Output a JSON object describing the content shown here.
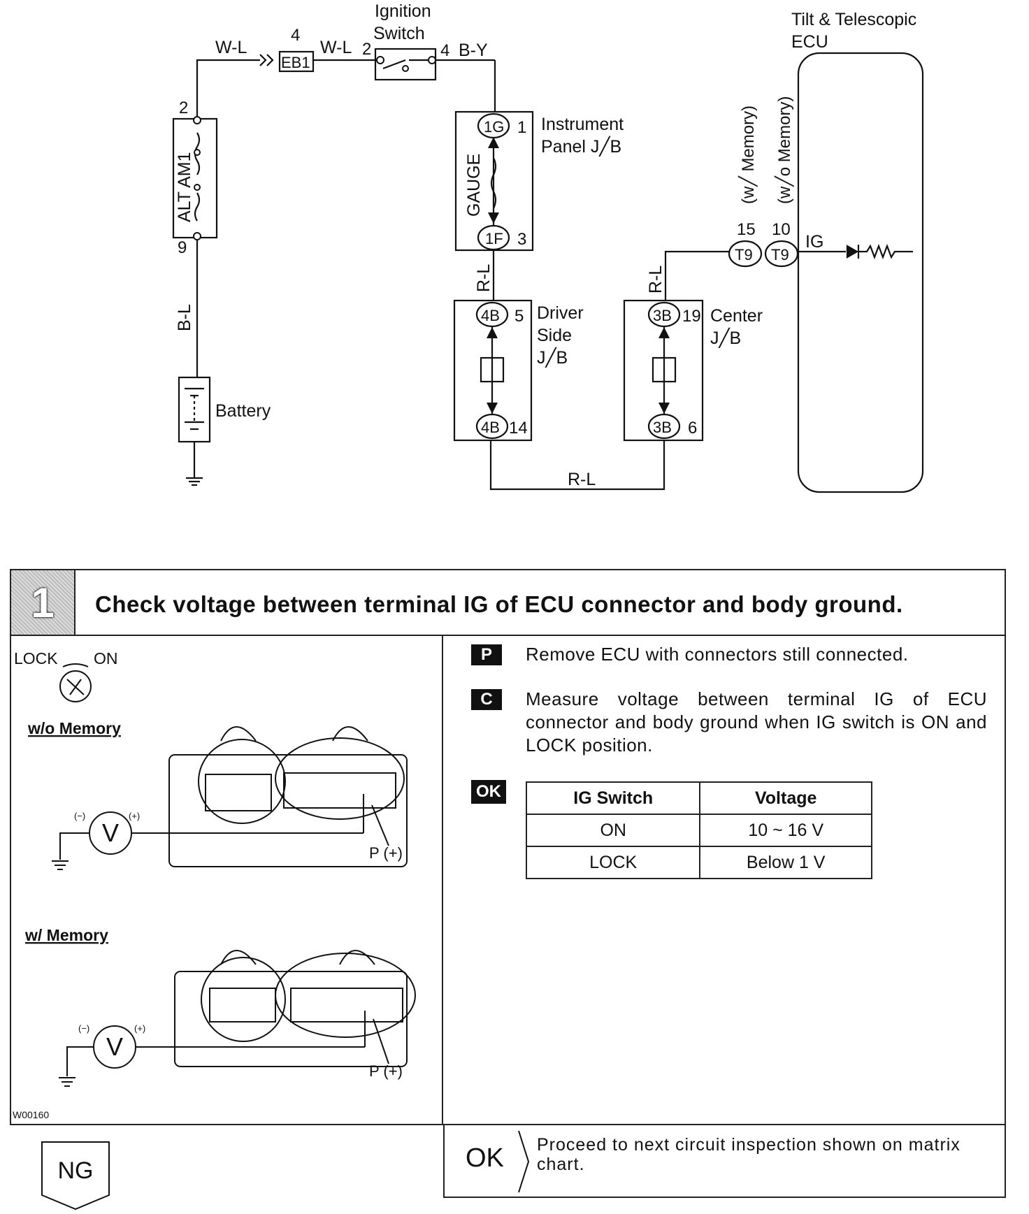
{
  "diagram": {
    "labels": {
      "ignition_switch": [
        "Ignition",
        "Switch"
      ],
      "ecu": [
        "Tilt & Telescopic",
        "ECU"
      ],
      "instrument_panel": [
        "Instrument",
        "Panel J╱B"
      ],
      "driver_side": [
        "Driver",
        "Side",
        "J╱B"
      ],
      "center": [
        "Center",
        "J╱B"
      ],
      "battery": "Battery",
      "gauge": "GAUGE",
      "fuse": "ALT  AM1",
      "eb1": "EB1",
      "ig": "IG",
      "w_memory": "(w╱ Memory)",
      "wo_memory": "(w╱o Memory)"
    },
    "wires": {
      "w_l": "W-L",
      "b_y": "B-Y",
      "b_l": "B-L",
      "r_l": "R-L"
    },
    "pins": {
      "fuse_top": "2",
      "fuse_bottom": "9",
      "eb1_pin": "4",
      "sw_in": "2",
      "sw_out": "4",
      "ip_top": "1",
      "ip_bottom": "3",
      "ds_top": "5",
      "ds_bottom": "14",
      "c_top": "19",
      "c_bottom": "6",
      "t9_a": "15",
      "t9_b": "10"
    },
    "connectors": {
      "ip_top": "1G",
      "ip_bottom": "1F",
      "ds_top": "4B",
      "ds_bottom": "4B",
      "c_top": "3B",
      "c_bottom": "3B",
      "t9_a": "T9",
      "t9_b": "T9"
    }
  },
  "step": {
    "number": "1",
    "title": "Check voltage between terminal IG of ECU connector and body ground."
  },
  "illustration": {
    "lock": "LOCK",
    "on": "ON",
    "wo_memory": "w/o Memory",
    "w_memory": "w/ Memory",
    "probe": "P (+)",
    "neg": "(−)",
    "pos": "(+)",
    "meter": "V",
    "figure_id": "W00160"
  },
  "instructions": {
    "p_badge": "P",
    "p_text": "Remove ECU with connectors still connected.",
    "c_badge": "C",
    "c_text": "Measure voltage between terminal IG of ECU connector and body ground when IG switch is ON and LOCK position.",
    "ok_badge": "OK",
    "table": {
      "headers": [
        "IG Switch",
        "Voltage"
      ],
      "rows": [
        [
          "ON",
          "10 ~ 16 V"
        ],
        [
          "LOCK",
          "Below 1 V"
        ]
      ]
    }
  },
  "ok_result": {
    "label": "OK",
    "text": "Proceed to next circuit inspection shown on matrix chart."
  },
  "ng": {
    "label": "NG"
  }
}
